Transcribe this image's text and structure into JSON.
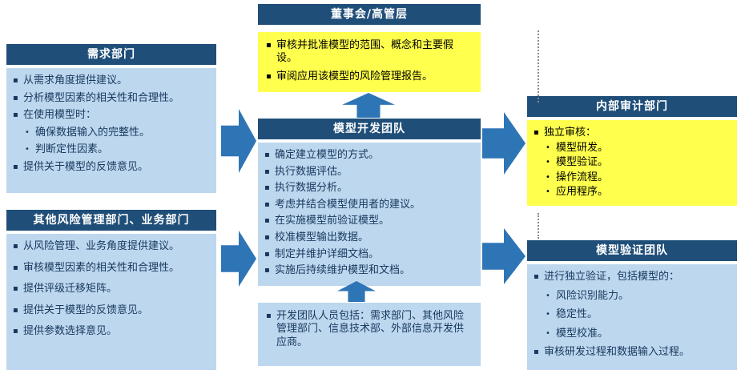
{
  "style": {
    "bullet_level1": "▪",
    "bullet_level2": "•"
  },
  "colors": {
    "header_navy": "#1F4E79",
    "body_light_blue": "#BDD7EE",
    "highlight_yellow": "#FFFF4D",
    "arrow_blue": "#2E75B6",
    "body_text_navy": "#17375E"
  },
  "panels": {
    "board": {
      "title": "董事会/高管层",
      "items": [
        {
          "t": "审核并批准模型的范围、概念和主要假设。",
          "lv": 1
        },
        {
          "t": "审阅应用该模型的风险管理报告。",
          "lv": 1
        }
      ]
    },
    "requirements": {
      "title": "需求部门",
      "items": [
        {
          "t": "从需求角度提供建议。",
          "lv": 1
        },
        {
          "t": "分析模型因素的相关性和合理性。",
          "lv": 1
        },
        {
          "t": "在使用模型时：",
          "lv": 1
        },
        {
          "t": "确保数据输入的完整性。",
          "lv": 2
        },
        {
          "t": "判断定性因素。",
          "lv": 2
        },
        {
          "t": "提供关于模型的反馈意见。",
          "lv": 1
        }
      ]
    },
    "other_departments": {
      "title": "其他风险管理部门、业务部门",
      "items": [
        {
          "t": "从风险管理、业务角度提供建议。",
          "lv": 1
        },
        {
          "t": "审核模型因素的相关性和合理性。",
          "lv": 1
        },
        {
          "t": "提供评级迁移矩阵。",
          "lv": 1
        },
        {
          "t": "提供关于模型的反馈意见。",
          "lv": 1
        },
        {
          "t": "提供参数选择意见。",
          "lv": 1
        }
      ]
    },
    "development": {
      "title": "模型开发团队",
      "items": [
        {
          "t": "确定建立模型的方式。",
          "lv": 1
        },
        {
          "t": "执行数据评估。",
          "lv": 1
        },
        {
          "t": "执行数据分析。",
          "lv": 1
        },
        {
          "t": "考虑并结合模型使用者的建议。",
          "lv": 1
        },
        {
          "t": "在实施模型前验证模型。",
          "lv": 1
        },
        {
          "t": "校准模型输出数据。",
          "lv": 1
        },
        {
          "t": "制定并维护详细文档。",
          "lv": 1
        },
        {
          "t": "实施后持续维护模型和文档。",
          "lv": 1
        }
      ]
    },
    "development_note": {
      "items": [
        {
          "t": "开发团队人员包括：需求部门、其他风险管理部门、信息技术部、外部信息开发供应商。",
          "lv": 1
        }
      ]
    },
    "internal_audit": {
      "title": "内部审计部门",
      "items": [
        {
          "t": "独立审核：",
          "lv": 1
        },
        {
          "t": "模型研发。",
          "lv": 2
        },
        {
          "t": "模型验证。",
          "lv": 2
        },
        {
          "t": "操作流程。",
          "lv": 2
        },
        {
          "t": "应用程序。",
          "lv": 2
        }
      ]
    },
    "validation": {
      "title": "模型验证团队",
      "items": [
        {
          "t": "进行独立验证，包括模型的：",
          "lv": 1
        },
        {
          "t": "风险识别能力。",
          "lv": 2
        },
        {
          "t": "稳定性。",
          "lv": 2
        },
        {
          "t": "模型校准。",
          "lv": 2
        },
        {
          "t": "审核研发过程和数据输入过程。",
          "lv": 1
        }
      ]
    }
  }
}
